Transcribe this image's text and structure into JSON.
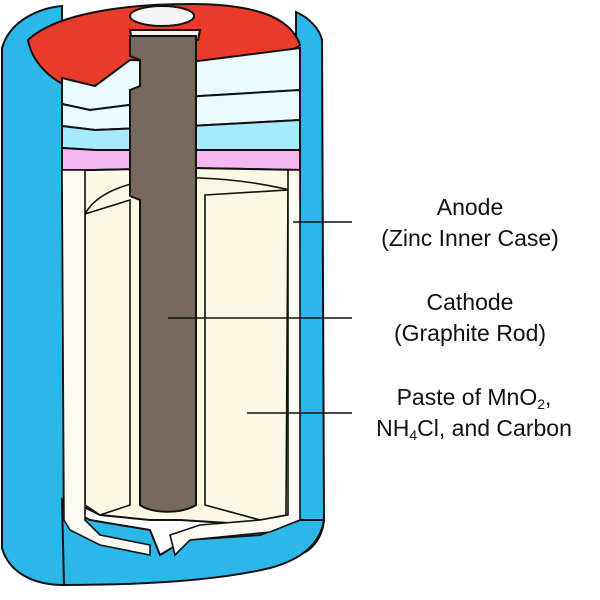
{
  "labels": {
    "anode": {
      "line1": "Anode",
      "line2": "(Zinc Inner Case)"
    },
    "cathode": {
      "line1": "Cathode",
      "line2": "(Graphite Rod)"
    },
    "paste": {
      "line1_a": "Paste of MnO",
      "line1_sub": "2",
      "line1_b": ",",
      "line2_a": "NH",
      "line2_sub": "4",
      "line2_b": "Cl, and Carbon"
    }
  },
  "colors": {
    "outer_case": "#2bb8e8",
    "cap": "#ea3b2a",
    "seal_light": "#e9fbff",
    "seal_blue": "#a7eafb",
    "separator": "#f6b6f2",
    "paste": "#fcf9e2",
    "zinc_inner": "#fbfbf3",
    "graphite_rod": "#77685e",
    "outline": "#111111"
  }
}
